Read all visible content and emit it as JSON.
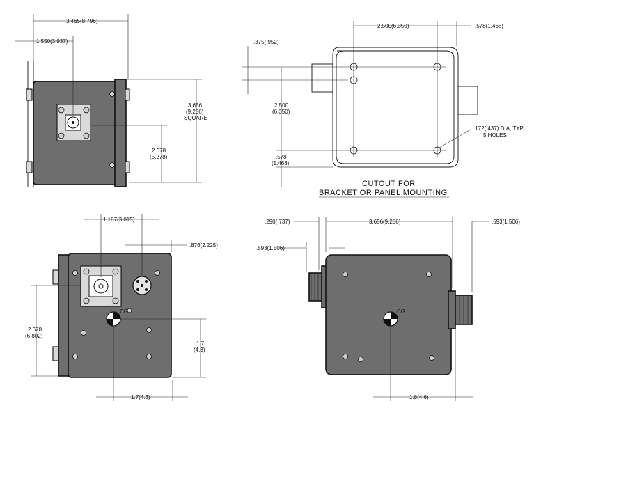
{
  "colors": {
    "ink": "#111111",
    "body_fill": "#6e6e6e",
    "paper": "#ffffff"
  },
  "top_left_view": {
    "overall_width": "3.465(8.796)",
    "connector_offset": "1.550(3.937)",
    "height": "3.656",
    "height_mm": "(9.286)",
    "height_note": "SQUARE",
    "connector_height": "2.078",
    "connector_height_mm": "(5.278)"
  },
  "cutout_view": {
    "hole_spacing_h": "2.500(6.350)",
    "right_margin": ".578(1.468)",
    "top_margin": ".375(.952)",
    "hole_spacing_v": "2.500",
    "hole_spacing_v_mm": "(6.350)",
    "bottom_margin": ".578",
    "bottom_margin_mm": "(1.468)",
    "hole_note_1": ".172(.437) DIA, TYP,",
    "hole_note_2": "5 HOLES",
    "caption_line1": "CUTOUT FOR",
    "caption_line2": "BRACKET OR PANEL MOUNTING"
  },
  "bottom_left_view": {
    "connector_offset": "1.187(3.015)",
    "right_offset": ".876(2.225)",
    "height": "2.678",
    "height_mm": "(6.802)",
    "cg_height": "1.7",
    "cg_height_mm": "(4.3)",
    "cg_width": "1.7(4.3)",
    "cg_label": "CG"
  },
  "bottom_right_view": {
    "left_flange": ".290(.737)",
    "width": "3.656(9.286)",
    "right_conn": ".593(1.506)",
    "left_conn": ".593(1.506)",
    "cg_width": "1.8(4.6)",
    "cg_label": "CG"
  }
}
